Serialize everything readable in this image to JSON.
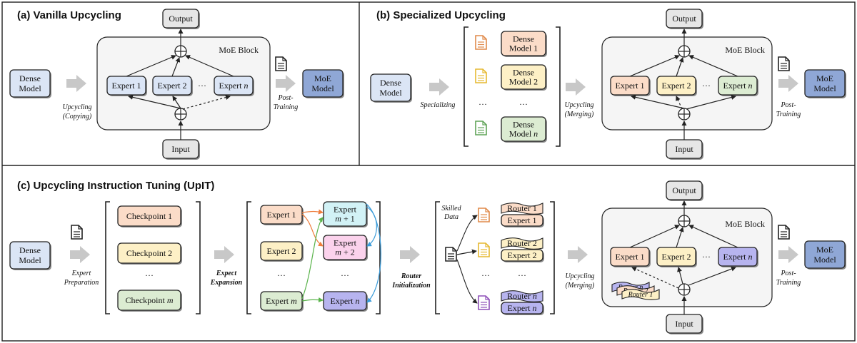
{
  "colors": {
    "dense": "#dbe5f5",
    "moe": "#8fa7d6",
    "gray": "#e6e6e6",
    "orange": "#fbdcc8",
    "yellow": "#fdf0c6",
    "green": "#dcecd2",
    "purple": "#b7b4ef",
    "cyan": "#d2f2f6",
    "pink": "#fbd2ec",
    "block": "#f5f5f5",
    "arrow_orange": "#ef7d3c",
    "arrow_green": "#59b34a",
    "arrow_blue": "#3a9bd9"
  },
  "panel_a": {
    "title": "(a) Vanilla Upcycling",
    "dense_model": [
      "Dense",
      "Model"
    ],
    "step1": [
      "Upcycling",
      "(Copying)"
    ],
    "output": "Output",
    "input": "Input",
    "moe_block": "MoE Block",
    "expert1": "Expert 1",
    "expert2": "Expert 2",
    "dots": "···",
    "expert_n": "Expert n",
    "step2": [
      "Post-",
      "Training"
    ],
    "moe_model": [
      "MoE",
      "Model"
    ]
  },
  "panel_b": {
    "title": "(b) Specialized Upcycling",
    "dense_model": [
      "Dense",
      "Model"
    ],
    "step1": "Specializing",
    "spec_models": [
      [
        "Dense",
        "Model 1"
      ],
      [
        "Dense",
        "Model 2"
      ],
      [
        "Dense",
        "Model n"
      ]
    ],
    "dots": "···",
    "step2": [
      "Upcycling",
      "(Merging)"
    ],
    "output": "Output",
    "input": "Input",
    "moe_block": "MoE Block",
    "expert1": "Expert 1",
    "expert2": "Expert 2",
    "expert_n": "Expert n",
    "step3": [
      "Post-",
      "Training"
    ],
    "moe_model": [
      "MoE",
      "Model"
    ]
  },
  "panel_c": {
    "title": "(c) Upcycling Instruction Tuning (UpIT)",
    "dense_model": [
      "Dense",
      "Model"
    ],
    "step1": [
      "Expert",
      "Preparation"
    ],
    "checkpoints": [
      "Checkpoint 1",
      "Checkpoint 2",
      "Checkpoint m"
    ],
    "dots": "···",
    "step2": [
      "Expect",
      "Expansion"
    ],
    "experts_left": [
      "Expert 1",
      "Expert 2",
      "Expert m"
    ],
    "experts_right": [
      [
        "Expert",
        "m + 1"
      ],
      [
        "Expert",
        "m + 2"
      ],
      [
        "Expert n"
      ]
    ],
    "step3": [
      "Router",
      "Initialization"
    ],
    "skilled_data": [
      "Skilled",
      "Data"
    ],
    "router_pairs": [
      [
        "Router 1",
        "Expert 1"
      ],
      [
        "Router 2",
        "Expert 2"
      ],
      [
        "Router n",
        "Expert n"
      ]
    ],
    "step4": [
      "Upcycling",
      "(Merging)"
    ],
    "output": "Output",
    "input": "Input",
    "moe_block": "MoE Block",
    "expert1": "Expert 1",
    "expert2": "Expert 2",
    "expert_n": "Expert n",
    "router_stack": [
      "Router n",
      "Router 2",
      "Router 1"
    ],
    "step5": [
      "Post-",
      "Training"
    ],
    "moe_model": [
      "MoE",
      "Model"
    ]
  }
}
